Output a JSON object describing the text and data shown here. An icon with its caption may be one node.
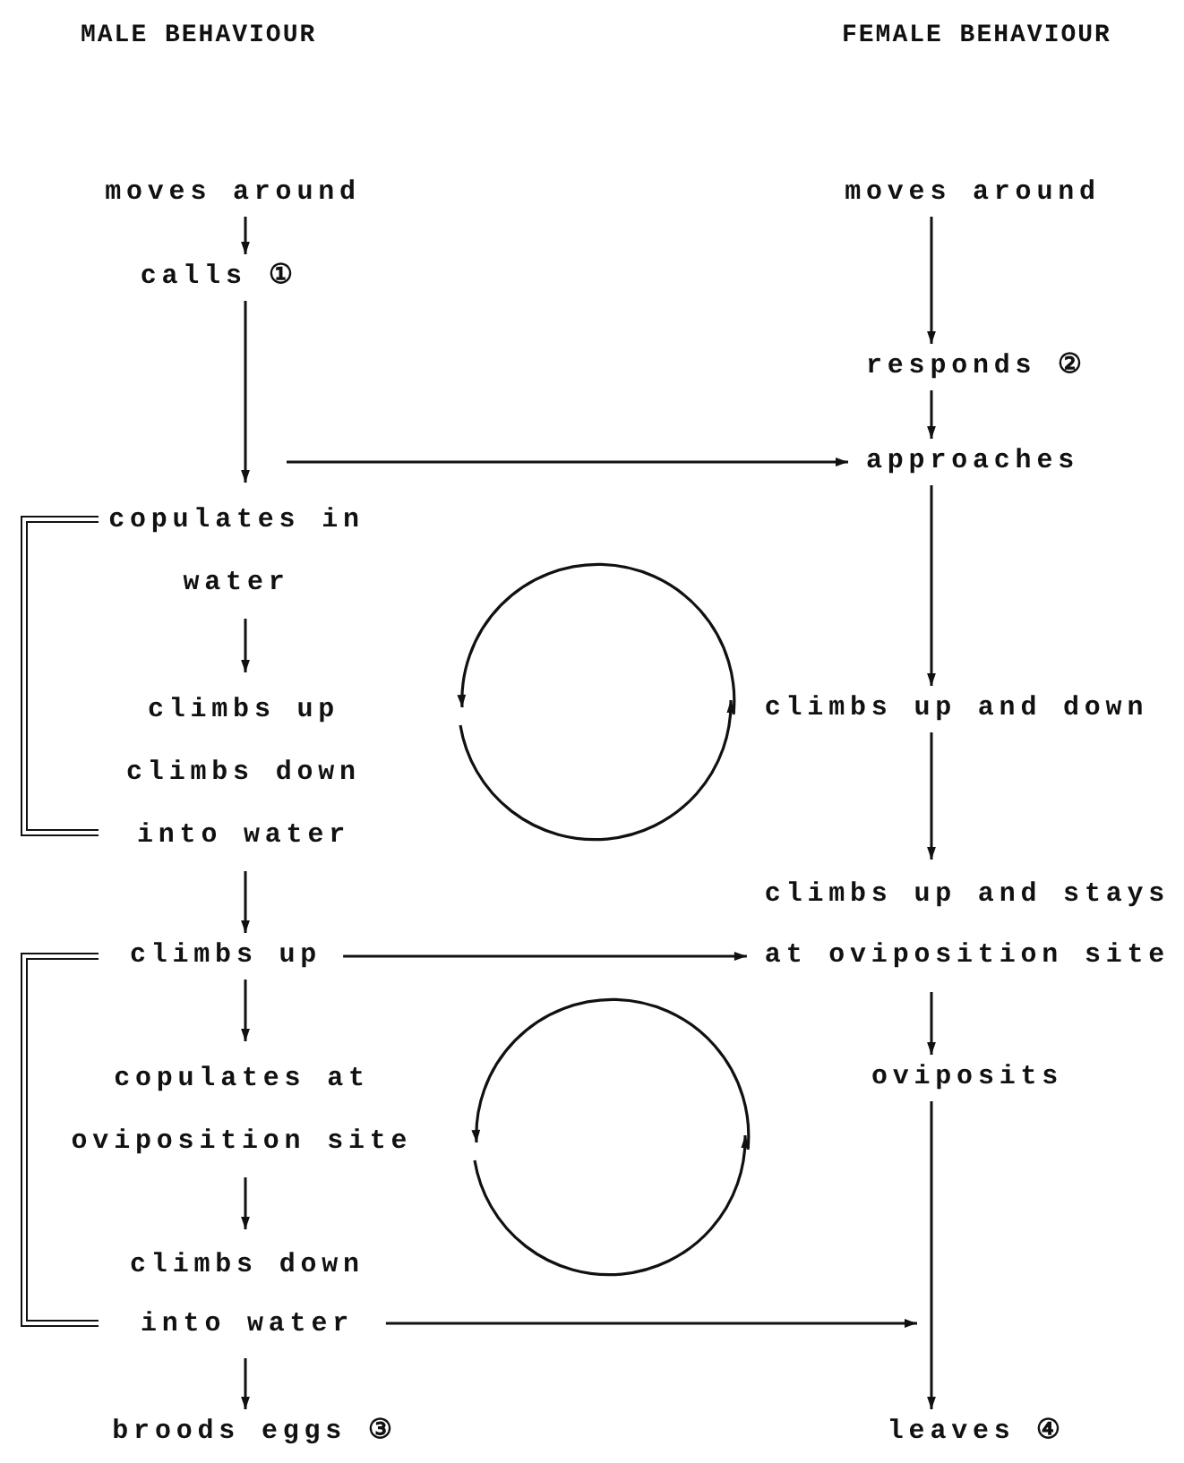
{
  "diagram": {
    "nodes": [
      {
        "text": [
          "moves around"
        ]
      },
      {
        "text": [
          "calls ①"
        ]
      },
      {
        "text": [
          "copulates in water"
        ]
      },
      {
        "text": [
          "climbs up",
          "climbs down into water"
        ]
      },
      {
        "text": [
          "climbs up"
        ]
      },
      {
        "text": [
          "copulates at oviposition site"
        ]
      },
      {
        "text": [
          "climbs down into water"
        ]
      },
      {
        "text": [
          "broods eggs ③"
        ]
      },
      {
        "text": [
          "moves around"
        ]
      },
      {
        "text": [
          "responds ②"
        ]
      },
      {
        "text": [
          "approaches"
        ]
      },
      {
        "text": [
          "climbs up and down"
        ]
      },
      {
        "text": [
          "climbs up and stays at oviposition site"
        ]
      },
      {
        "text": [
          "oviposits"
        ]
      },
      {
        "text": [
          "leaves ④"
        ]
      }
    ],
    "edges": [
      {
        "from": 0,
        "to": 1,
        "arrow": "to"
      },
      {
        "from": 1,
        "to": 2,
        "arrow": "to"
      },
      {
        "from": null,
        "to": 10,
        "arrow": "to"
      },
      {
        "from": 2,
        "to": 3,
        "arrow": "to"
      },
      {
        "from": 3,
        "to": 4,
        "arrow": "to"
      },
      {
        "from": 4,
        "to": 5,
        "arrow": "to"
      },
      {
        "from": 5,
        "to": 6,
        "arrow": "to"
      },
      {
        "from": 6,
        "to": 7,
        "arrow": "to"
      },
      {
        "from": 8,
        "to": 9,
        "arrow": "to"
      },
      {
        "from": 9,
        "to": 10,
        "arrow": "to"
      },
      {
        "from": 10,
        "to": 11,
        "arrow": "to"
      },
      {
        "from": 11,
        "to": 12,
        "arrow": "to"
      },
      {
        "from": 12,
        "to": 13,
        "arrow": "to"
      },
      {
        "from": 13,
        "to": 14,
        "arrow": "to"
      },
      {
        "from": 4,
        "to": 12,
        "arrow": "to"
      },
      {
        "from": 6,
        "to": null,
        "arrow": "to"
      }
    ],
    "labels": [
      "MALE BEHAVIOUR",
      "FEMALE BEHAVIOUR"
    ]
  }
}
